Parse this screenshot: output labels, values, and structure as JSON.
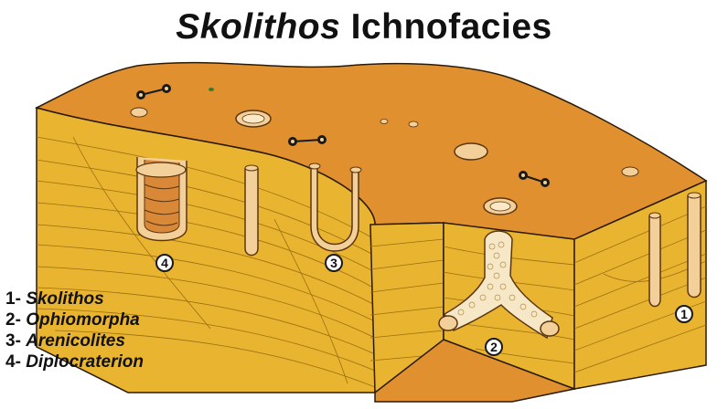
{
  "title": {
    "genus": "Skolithos",
    "suffix": "Ichnofacies"
  },
  "legend": [
    {
      "number": "1-",
      "name": "Skolithos"
    },
    {
      "number": "2-",
      "name": "Ophiomorpha"
    },
    {
      "number": "3-",
      "name": "Arenicolites"
    },
    {
      "number": "4-",
      "name": "Diplocraterion"
    }
  ],
  "markers": [
    "1",
    "2",
    "3",
    "4"
  ],
  "colors": {
    "surface": "#e0902e",
    "sediment": "#e9b430",
    "burrow_fill": "#f3d09a",
    "burrow_outline": "#5a3510",
    "lamina_line": "#9a6f10",
    "outline": "#2a1a08"
  }
}
